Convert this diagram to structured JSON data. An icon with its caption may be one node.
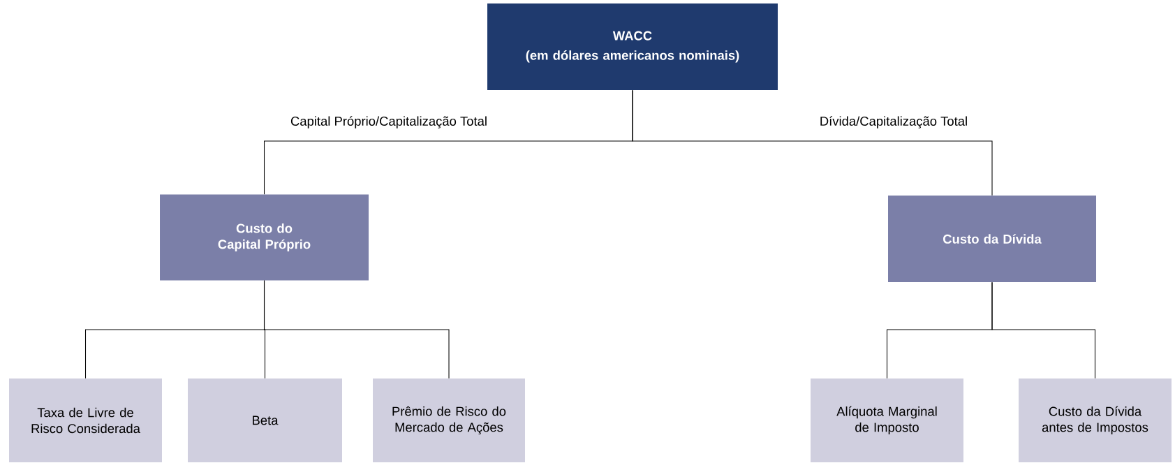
{
  "diagram": {
    "nodes": [
      {
        "text": [
          "WACC",
          "(em dólares americanos nominais)"
        ]
      },
      {
        "text": [
          "Custo do Capital Próprio"
        ]
      },
      {
        "text": [
          "Custo da Dívida"
        ]
      },
      {
        "text": [
          "Taxa de Livre de Risco Considerada"
        ]
      },
      {
        "text": [
          "Beta"
        ]
      },
      {
        "text": [
          "Prêmio de Risco do Mercado de Ações"
        ]
      },
      {
        "text": [
          "Alíquota Marginal de Imposto"
        ]
      },
      {
        "text": [
          "Custo da Dívida antes de Impostos"
        ]
      }
    ],
    "edges": [
      {
        "from": 0,
        "to": 1,
        "arrow": "none",
        "label": "Capital Próprio/Capitalização Total"
      },
      {
        "from": 0,
        "to": 2,
        "arrow": "none",
        "label": "Dívida/Capitalização Total"
      },
      {
        "from": 1,
        "to": 3,
        "arrow": "none"
      },
      {
        "from": 1,
        "to": 4,
        "arrow": "none"
      },
      {
        "from": 1,
        "to": 5,
        "arrow": "none"
      },
      {
        "from": 2,
        "to": 6,
        "arrow": "none"
      },
      {
        "from": 2,
        "to": 7,
        "arrow": "none"
      }
    ]
  }
}
